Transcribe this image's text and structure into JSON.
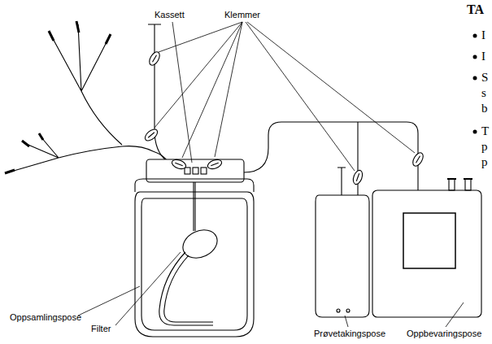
{
  "diagram": {
    "labels": [
      "Kassett",
      "Klemmer",
      "Oppsamlingspose",
      "Filter",
      "Prøvetakingspose",
      "Oppbevaringspose",
      "TA",
      "I",
      "I",
      "S",
      "s",
      "b",
      "T",
      "p",
      "p"
    ]
  }
}
